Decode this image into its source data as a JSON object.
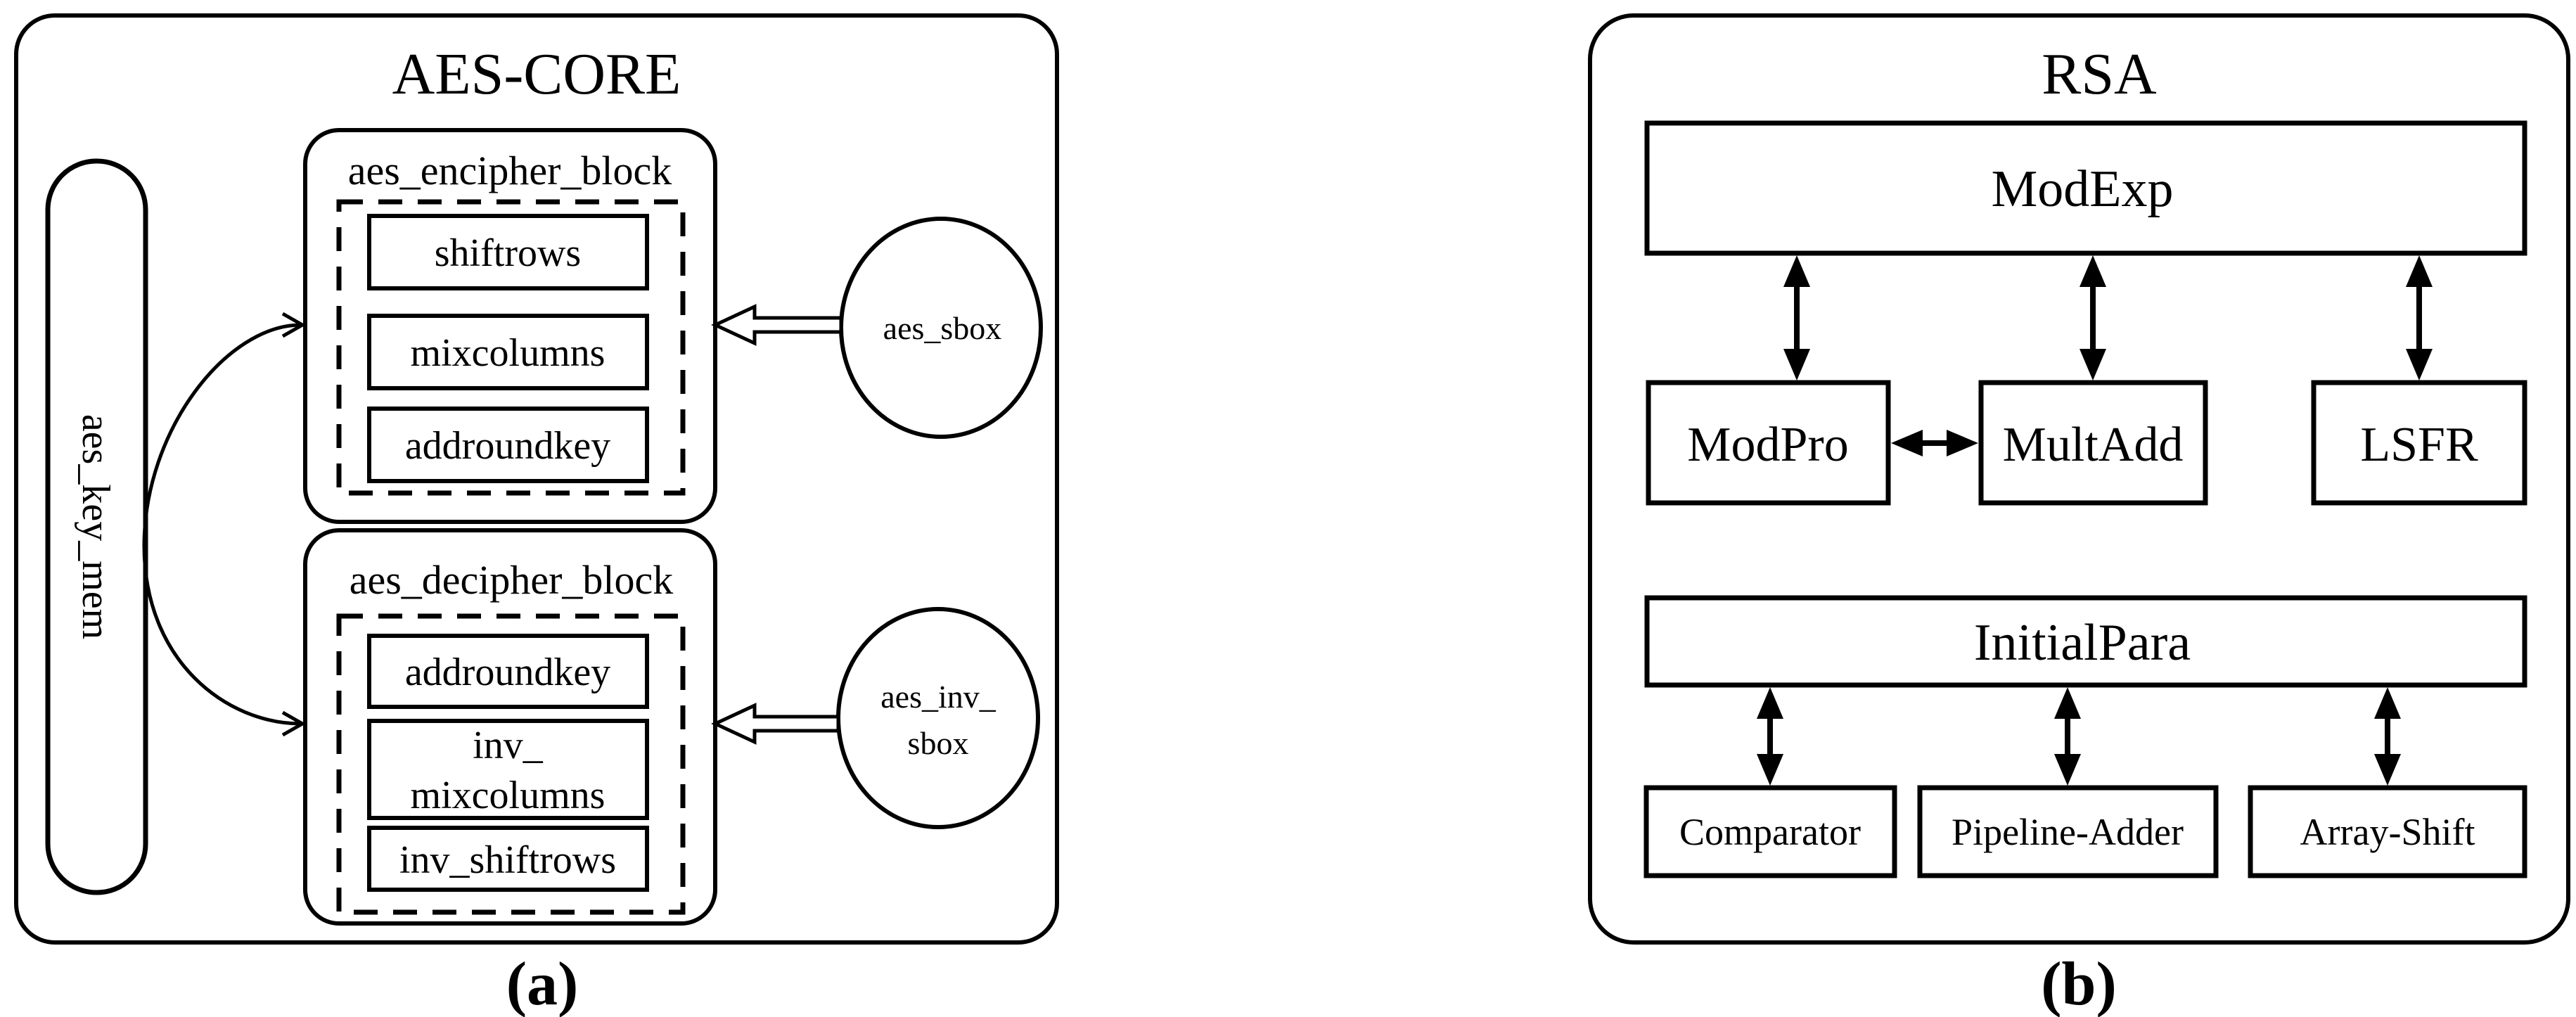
{
  "figure": {
    "panel_a": {
      "title": "AES-CORE",
      "caption": "(a)",
      "key_mem_label": "aes_key_mem",
      "encipher": {
        "label": "aes_encipher_block",
        "stages": [
          "shiftrows",
          "mixcolumns",
          "addroundkey"
        ]
      },
      "decipher": {
        "label": "aes_decipher_block",
        "stages": [
          {
            "line1": "addroundkey"
          },
          {
            "line1": "inv_",
            "line2": "mixcolumns"
          },
          {
            "line1": "inv_shiftrows"
          }
        ]
      },
      "sbox_label": "aes_sbox",
      "inv_sbox": {
        "line1": "aes_inv_",
        "line2": "sbox"
      }
    },
    "panel_b": {
      "title": "RSA",
      "caption": "(b)",
      "modexp_label": "ModExp",
      "modpro_label": "ModPro",
      "multadd_label": "MultAdd",
      "lsfr_label": "LSFR",
      "initialpara_label": "InitialPara",
      "comparator_label": "Comparator",
      "pipeline_adder_label": "Pipeline-Adder",
      "array_shift_label": "Array-Shift"
    }
  },
  "colors": {
    "ink": "#000000",
    "background": "#ffffff"
  }
}
